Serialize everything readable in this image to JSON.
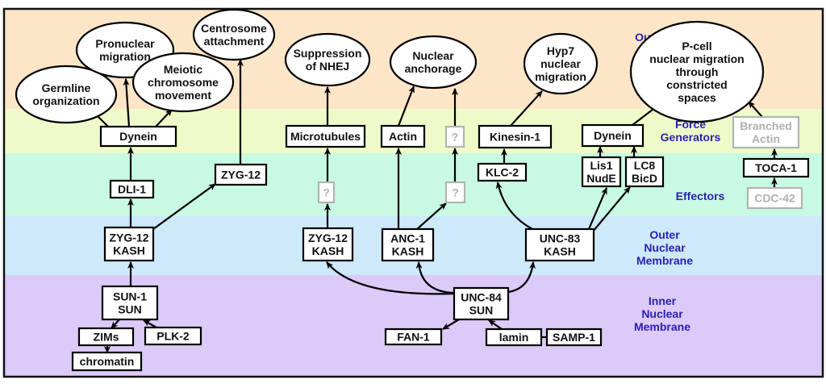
{
  "bands": [
    {
      "id": "outputs",
      "label": [
        "Outputs"
      ],
      "color": "#fde6c8"
    },
    {
      "id": "force",
      "label": [
        "Force",
        "Generators"
      ],
      "color": "#eefbc9"
    },
    {
      "id": "effectors",
      "label": [
        "Effectors"
      ],
      "color": "#c8fae3"
    },
    {
      "id": "outer",
      "label": [
        "Outer",
        "Nuclear",
        "Membrane"
      ],
      "color": "#cde9fa"
    },
    {
      "id": "inner",
      "label": [
        "Inner",
        "Nuclear",
        "Membrane"
      ],
      "color": "#dccaf8"
    }
  ],
  "label_color": "#2a1fb0",
  "outputs": [
    {
      "id": "germline",
      "lines": [
        "Germline",
        "organization"
      ]
    },
    {
      "id": "pronuclear",
      "lines": [
        "Pronuclear",
        "migration"
      ]
    },
    {
      "id": "meiotic",
      "lines": [
        "Meiotic",
        "chromosome",
        "movement"
      ]
    },
    {
      "id": "centrosome",
      "lines": [
        "Centrosome",
        "attachment"
      ]
    },
    {
      "id": "nhej",
      "lines": [
        "Suppression",
        "of NHEJ"
      ]
    },
    {
      "id": "anchorage",
      "lines": [
        "Nuclear",
        "anchorage"
      ]
    },
    {
      "id": "hyp7",
      "lines": [
        "Hyp7",
        "nuclear",
        "migration"
      ]
    },
    {
      "id": "pcell",
      "lines": [
        "P-cell",
        "nuclear migration",
        "through",
        "constricted",
        "spaces"
      ]
    }
  ],
  "nodes": [
    {
      "id": "dynein1",
      "lines": [
        "Dynein"
      ]
    },
    {
      "id": "dli1",
      "lines": [
        "DLI-1"
      ]
    },
    {
      "id": "zyg12",
      "lines": [
        "ZYG-12"
      ]
    },
    {
      "id": "zyg12kash1",
      "lines": [
        "ZYG-12",
        "KASH"
      ]
    },
    {
      "id": "sun1",
      "lines": [
        "SUN-1",
        "SUN"
      ]
    },
    {
      "id": "zims",
      "lines": [
        "ZIMs"
      ]
    },
    {
      "id": "plk2",
      "lines": [
        "PLK-2"
      ]
    },
    {
      "id": "chromatin",
      "lines": [
        "chromatin"
      ]
    },
    {
      "id": "microtubules",
      "lines": [
        "Microtubules"
      ]
    },
    {
      "id": "q1",
      "lines": [
        "?"
      ],
      "unknown": true
    },
    {
      "id": "zyg12kash2",
      "lines": [
        "ZYG-12",
        "KASH"
      ]
    },
    {
      "id": "actin",
      "lines": [
        "Actin"
      ]
    },
    {
      "id": "q2",
      "lines": [
        "?"
      ],
      "unknown": true
    },
    {
      "id": "q3",
      "lines": [
        "?"
      ],
      "unknown": true
    },
    {
      "id": "anc1",
      "lines": [
        "ANC-1",
        "KASH"
      ]
    },
    {
      "id": "kinesin1",
      "lines": [
        "Kinesin-1"
      ]
    },
    {
      "id": "klc2",
      "lines": [
        "KLC-2"
      ]
    },
    {
      "id": "unc83",
      "lines": [
        "UNC-83",
        "KASH"
      ]
    },
    {
      "id": "dynein2",
      "lines": [
        "Dynein"
      ]
    },
    {
      "id": "lis1",
      "lines": [
        "Lis1",
        "NudE"
      ]
    },
    {
      "id": "lc8",
      "lines": [
        "LC8",
        "BicD"
      ]
    },
    {
      "id": "branched",
      "lines": [
        "Branched",
        "Actin"
      ],
      "unknown": true
    },
    {
      "id": "toca1",
      "lines": [
        "TOCA-1"
      ]
    },
    {
      "id": "cdc42",
      "lines": [
        "CDC-42"
      ],
      "unknown": true
    },
    {
      "id": "unc84",
      "lines": [
        "UNC-84",
        "SUN"
      ]
    },
    {
      "id": "fan1",
      "lines": [
        "FAN-1"
      ]
    },
    {
      "id": "lamin",
      "lines": [
        "lamin"
      ]
    },
    {
      "id": "samp1",
      "lines": [
        "SAMP-1"
      ]
    }
  ],
  "edges": [
    {
      "from": "dynein1",
      "to": "germline"
    },
    {
      "from": "dynein1",
      "to": "pronuclear"
    },
    {
      "from": "dynein1",
      "to": "meiotic"
    },
    {
      "from": "dli1",
      "to": "dynein1"
    },
    {
      "from": "zyg12kash1",
      "to": "dli1"
    },
    {
      "from": "zyg12kash1",
      "to": "zyg12"
    },
    {
      "from": "zyg12",
      "to": "centrosome",
      "arrow": true
    },
    {
      "from": "sun1",
      "to": "zyg12kash1"
    },
    {
      "from": "sun1",
      "to": "zims"
    },
    {
      "from": "plk2",
      "to": "sun1"
    },
    {
      "from": "zims",
      "to": "chromatin"
    },
    {
      "from": "microtubules",
      "to": "nhej"
    },
    {
      "from": "q1",
      "to": "microtubules"
    },
    {
      "from": "zyg12kash2",
      "to": "q1"
    },
    {
      "from": "actin",
      "to": "anchorage"
    },
    {
      "from": "q2",
      "to": "anchorage"
    },
    {
      "from": "q3",
      "to": "q2"
    },
    {
      "from": "anc1",
      "to": "actin"
    },
    {
      "from": "anc1",
      "to": "q3"
    },
    {
      "from": "kinesin1",
      "to": "hyp7"
    },
    {
      "from": "klc2",
      "to": "kinesin1"
    },
    {
      "from": "unc83",
      "to": "klc2"
    },
    {
      "from": "unc83",
      "to": "lis1"
    },
    {
      "from": "unc83",
      "to": "lc8"
    },
    {
      "from": "lis1",
      "to": "dynein2"
    },
    {
      "from": "lc8",
      "to": "dynein2"
    },
    {
      "from": "dynein2",
      "to": "pcell"
    },
    {
      "from": "branched",
      "to": "pcell"
    },
    {
      "from": "toca1",
      "to": "branched"
    },
    {
      "from": "cdc42",
      "to": "toca1"
    },
    {
      "from": "unc84",
      "to": "zyg12kash2"
    },
    {
      "from": "unc84",
      "to": "anc1"
    },
    {
      "from": "unc84",
      "to": "unc83"
    },
    {
      "from": "unc84",
      "to": "fan1"
    },
    {
      "from": "lamin",
      "to": "unc84"
    },
    {
      "from": "lamin",
      "to": "samp1",
      "arrow": false
    }
  ]
}
